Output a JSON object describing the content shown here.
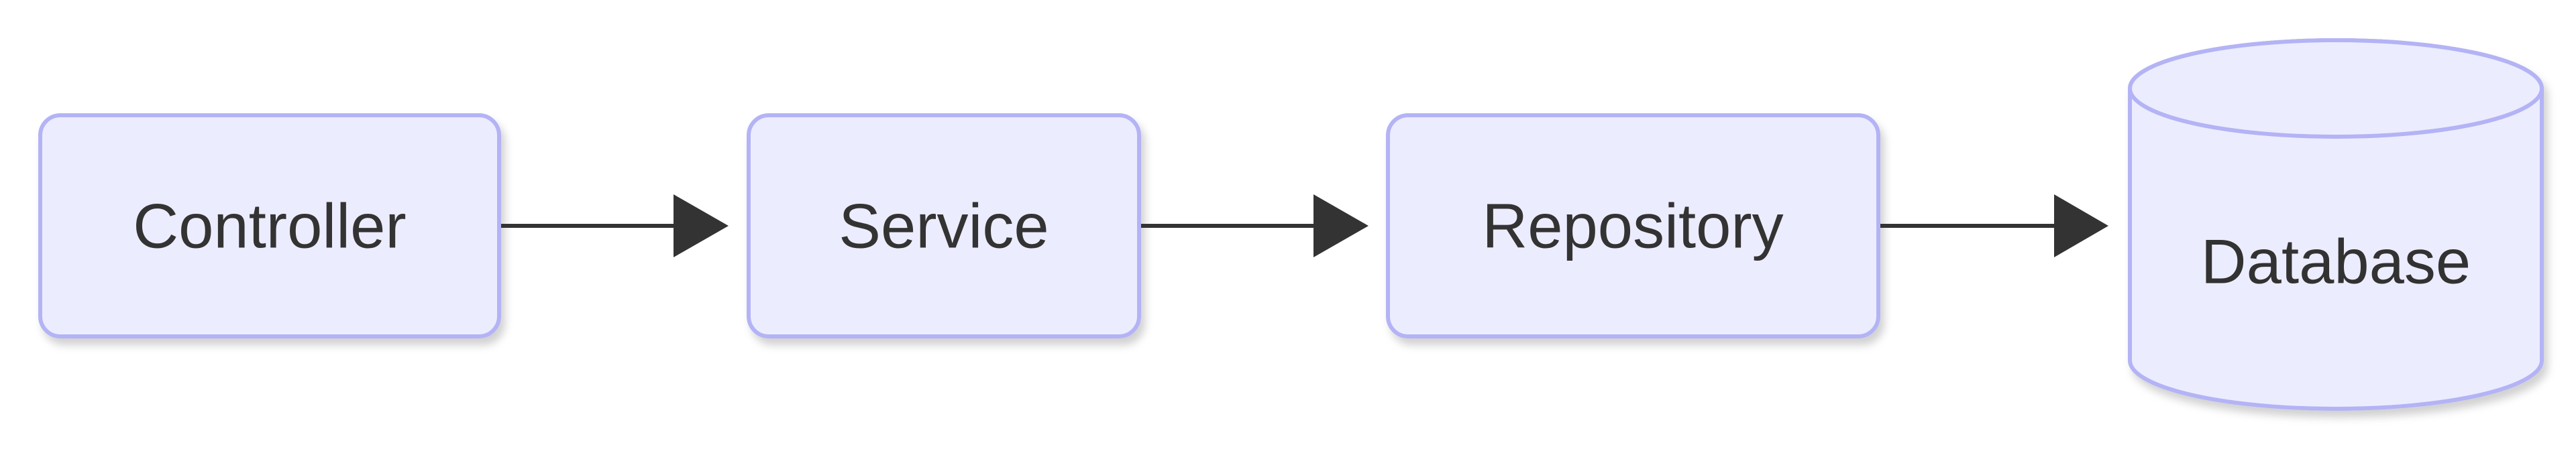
{
  "diagram": {
    "type": "flowchart-lr",
    "colors": {
      "node_fill": "#ececff",
      "node_stroke": "#b3b3f5",
      "edge": "#333333",
      "text": "#333333"
    },
    "nodes": [
      {
        "id": "controller",
        "label": "Controller",
        "shape": "rounded-rect"
      },
      {
        "id": "service",
        "label": "Service",
        "shape": "rounded-rect"
      },
      {
        "id": "repository",
        "label": "Repository",
        "shape": "rounded-rect"
      },
      {
        "id": "database",
        "label": "Database",
        "shape": "cylinder"
      }
    ],
    "edges": [
      {
        "from": "controller",
        "to": "service"
      },
      {
        "from": "service",
        "to": "repository"
      },
      {
        "from": "repository",
        "to": "database"
      }
    ]
  }
}
